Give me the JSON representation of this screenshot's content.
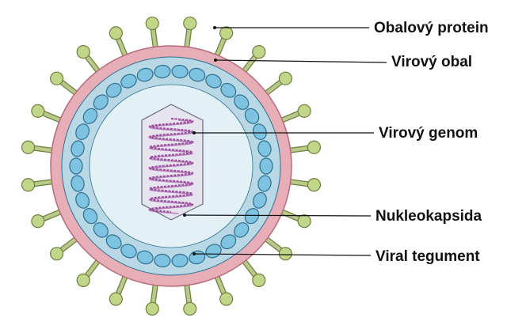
{
  "labels": {
    "envelope_protein": "Obalový protein",
    "viral_envelope": "Virový obal",
    "viral_genome": "Virový genom",
    "nucleocapsid": "Nukleokapsida",
    "viral_tegument": "Viral tegument"
  },
  "colors": {
    "background": "#ffffff",
    "spike_stalk": "#b9c98a",
    "spike_head": "#c2d68a",
    "spike_outline": "#6f7f3c",
    "envelope_outer": "#e7aeb8",
    "envelope_stroke": "#b76b7a",
    "tegument": "#b7d8e4",
    "capsomere": "#7fc3e3",
    "capsomere_stroke": "#2f6f8f",
    "interior": "#e3f1f7",
    "nucleocapsid_fill": "#e6e4ef",
    "nucleocapsid_stroke": "#6a6780",
    "genome": "#9b4f9c",
    "leader_line": "#111111"
  }
}
